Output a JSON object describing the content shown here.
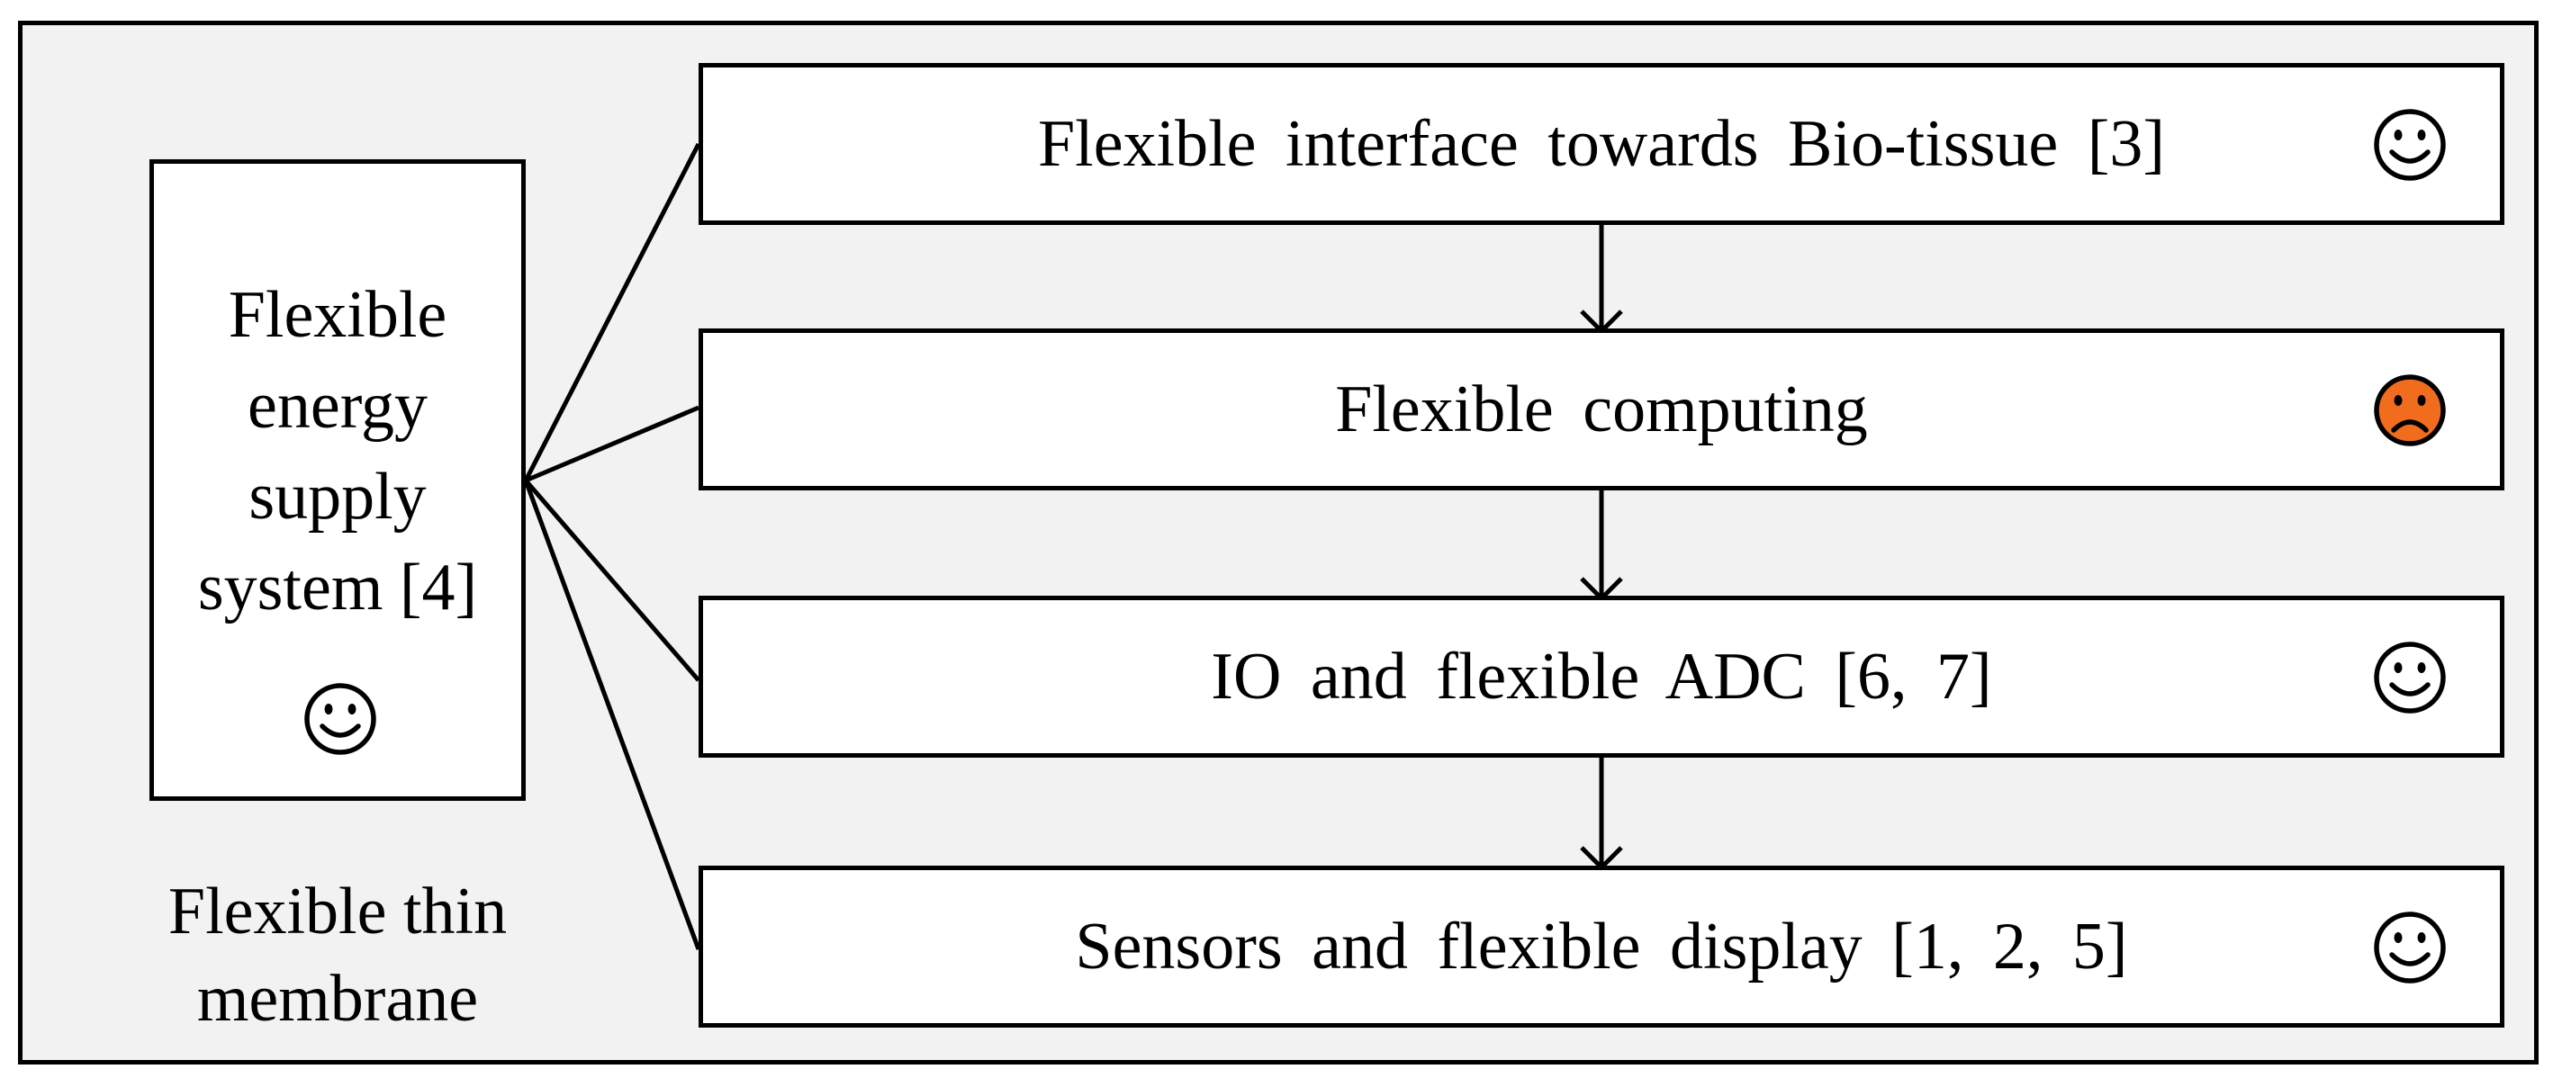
{
  "diagram": {
    "energy_node": {
      "label": "Flexible\nenergy\nsupply\nsystem [4]",
      "status": "happy"
    },
    "components": [
      {
        "label": "Flexible  interface  towards  Bio-tissue [3]",
        "status": "happy"
      },
      {
        "label": "Flexible  computing",
        "status": "sad"
      },
      {
        "label": "IO  and  flexible  ADC [6, 7]",
        "status": "happy"
      },
      {
        "label": "Sensors  and  flexible  display [1, 2, 5]",
        "status": "happy"
      }
    ],
    "container_label": "Flexible thin\nmembrane",
    "colors": {
      "background": "#f2f2f2",
      "box_fill": "#ffffff",
      "border": "#000000",
      "sad_face_fill": "#f26c1d"
    }
  }
}
